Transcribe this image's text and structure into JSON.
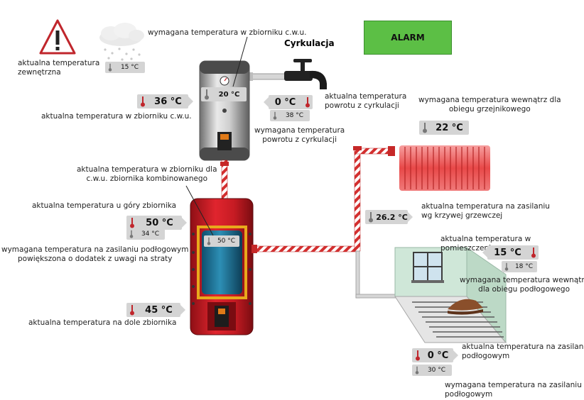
{
  "alarm": {
    "label": "ALARM",
    "color": "#5cbf45"
  },
  "circulation": {
    "title": "Cyrkulacja"
  },
  "labels": {
    "outdoor_actual": "aktualna temperatura\nzewnętrzna",
    "dhw_required": "wymagana temperatura w zbiorniku c.w.u.",
    "dhw_actual": "aktualna temperatura w zbiorniku c.w.u.",
    "circ_return_actual": "aktualna temperatura\npowrotu z cyrkulacji",
    "circ_return_required": "wymagana temperatura\npowrotu z cyrkulacji",
    "heating_indoor_required": "wymagana temperatura wewnątrz dla\nobiegu grzejnikowego",
    "combo_dhw_actual": "aktualna temperatura w zbiorniku dla\nc.w.u. zbiornika kombinowanego",
    "tank_top_actual": "aktualna temperatura u góry zbiornika",
    "floor_supply_required_tank": "wymagana temperatura na zasilaniu podłogowym\npowiększona o dodatek z uwagi na straty",
    "tank_bottom_actual": "aktualna temperatura na dole zbiornika",
    "radiator_supply_actual": "aktualna temperatura na zasilaniu\nwg krzywej grzewczej",
    "room_actual": "aktualna temperatura w pomieszczeniu",
    "floor_indoor_required": "wymagana temperatura wewnątrz\ndla obiegu podłogowego",
    "floor_supply_actual": "aktualna temperatura na zasilaniu\npodłogowym",
    "floor_supply_required": "wymagana temperatura na zasilaniu\npodłogowym"
  },
  "values": {
    "outdoor": "15 °C",
    "dhw_required": "20 °C",
    "dhw_actual": "36 °C",
    "circ_return_actual": "0 °C",
    "circ_return_required": "38 °C",
    "heating_indoor_required": "22 °C",
    "combo_dhw_actual": "50 °C",
    "tank_top_actual": "50 °C",
    "floor_supply_required_tank": "34 °C",
    "tank_bottom_actual": "45 °C",
    "radiator_supply_actual": "26.2 °C",
    "room_actual": "15 °C",
    "floor_indoor_required": "18 °C",
    "floor_supply_actual": "0 °C",
    "floor_supply_required": "30 °C"
  },
  "colors": {
    "thermometer_hot": "#c0262c",
    "thermometer_neutral": "#777777",
    "tank_red": "#d0202a",
    "pipe_red": "#d32f2f",
    "value_box": "#d4d4d4"
  },
  "icons": [
    "warning-icon",
    "snow-cloud-icon",
    "thermometer-icon",
    "faucet-icon",
    "radiator-icon",
    "window-icon",
    "manometer-icon"
  ]
}
